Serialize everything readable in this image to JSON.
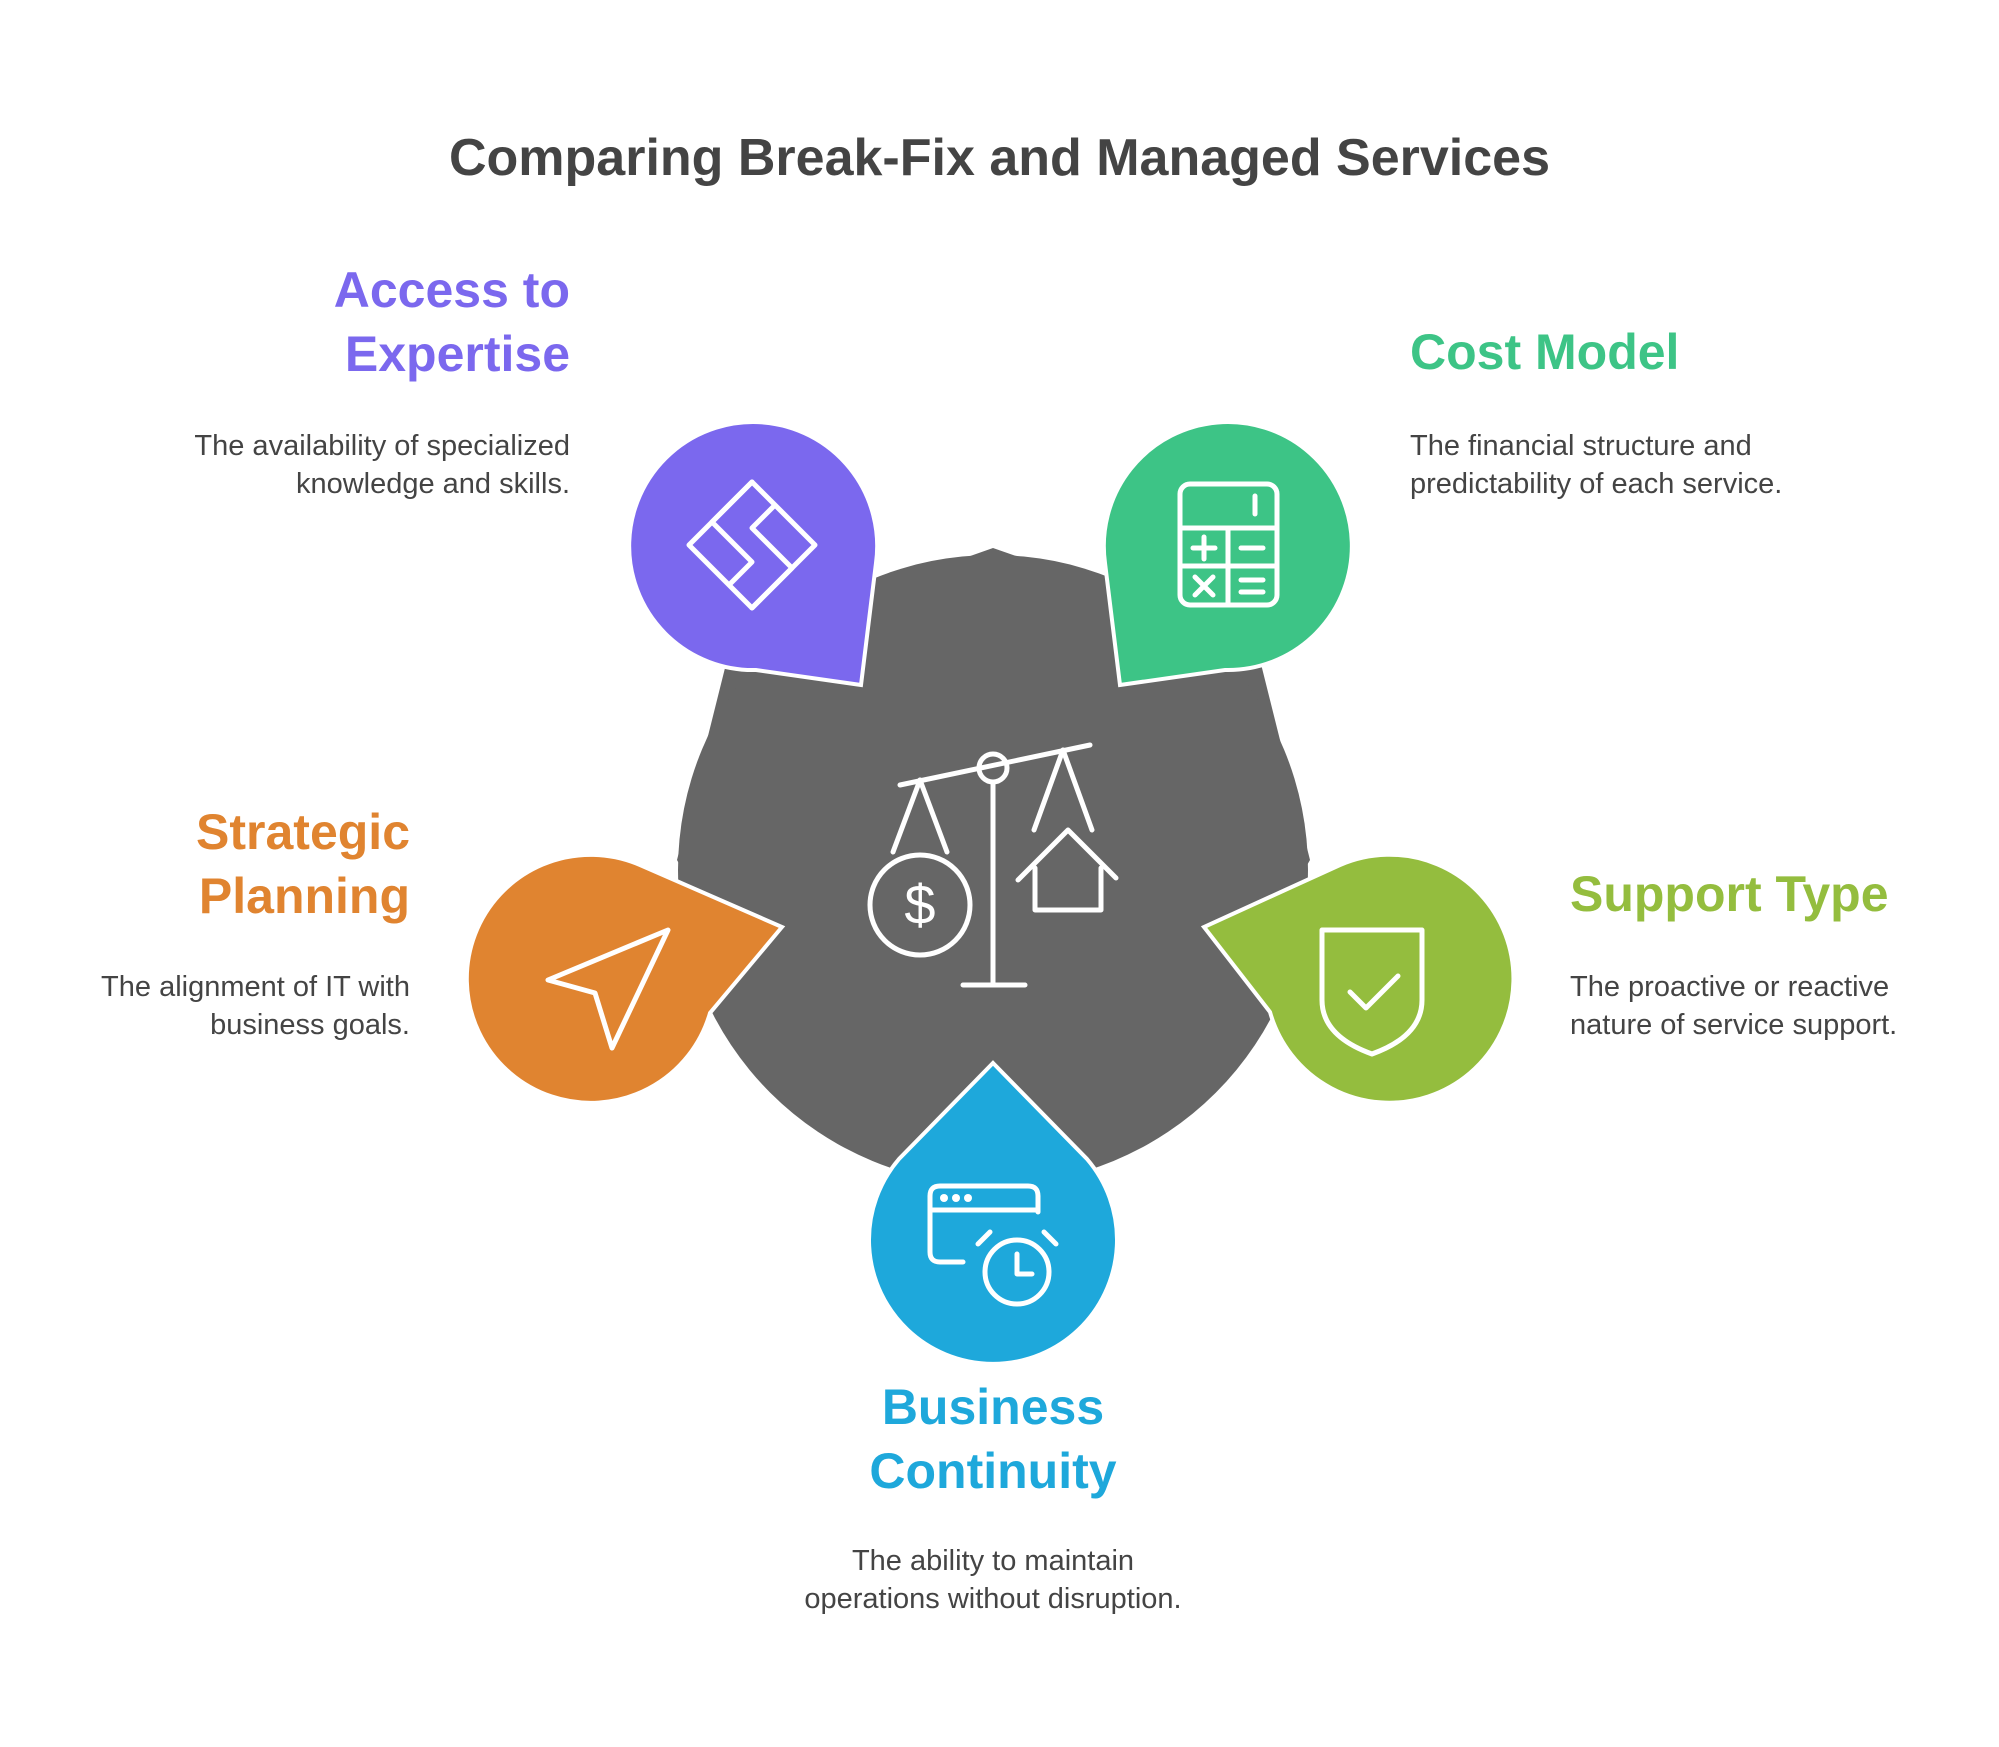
{
  "title": "Comparing Break-Fix and Managed Services",
  "colors": {
    "hub": "#666666",
    "access": "#7B68EE",
    "cost": "#3DC486",
    "support": "#94BD3E",
    "business": "#1EA8DB",
    "strategic": "#E08430",
    "text": "#444444"
  },
  "center": {
    "icon": "balance-scale-icon"
  },
  "items": {
    "access": {
      "label_line1": "Access to",
      "label_line2": "Expertise",
      "desc_line1": "The availability of specialized",
      "desc_line2": "knowledge and skills.",
      "icon": "diamond-puzzle-icon"
    },
    "cost": {
      "label_line1": "Cost Model",
      "desc_line1": "The financial structure and",
      "desc_line2": "predictability of each service.",
      "icon": "calculator-icon"
    },
    "support": {
      "label_line1": "Support Type",
      "desc_line1": "The proactive or reactive",
      "desc_line2": "nature of service support.",
      "icon": "shield-check-icon"
    },
    "business": {
      "label_line1": "Business",
      "label_line2": "Continuity",
      "desc_line1": "The ability to maintain",
      "desc_line2": "operations without disruption.",
      "icon": "browser-clock-icon"
    },
    "strategic": {
      "label_line1": "Strategic",
      "label_line2": "Planning",
      "desc_line1": "The alignment of IT with",
      "desc_line2": "business goals.",
      "icon": "navigation-arrow-icon"
    }
  }
}
